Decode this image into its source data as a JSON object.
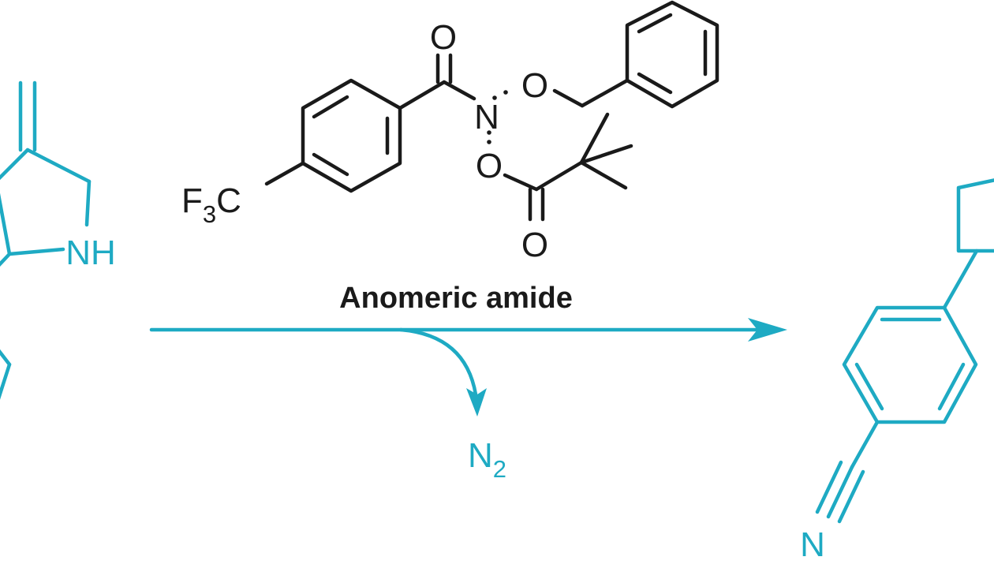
{
  "colors": {
    "reagent": "#1a1a1a",
    "substrate": "#1eaac3",
    "background": "#ffffff"
  },
  "reagent": {
    "label": "Anomeric amide",
    "atoms": {
      "carbonyl_o": "O",
      "nitrogen": "N",
      "benzyloxy_o": "O",
      "acyloxy_o": "O",
      "ester_o": "O",
      "cf3_prefix": "F",
      "cf3_subscript": "3",
      "cf3_suffix": "C"
    }
  },
  "starting_material": {
    "amine": "NH"
  },
  "byproduct": {
    "symbol": "N",
    "subscript": "2"
  },
  "product": {
    "nitrile_n": "N"
  }
}
